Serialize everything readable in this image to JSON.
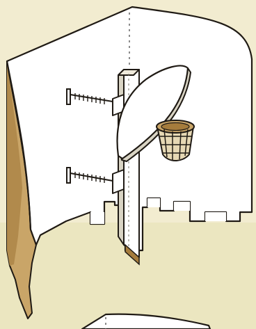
{
  "colors": {
    "background": "#f2ecd0",
    "background_tint": "#e7e3b7",
    "panel_white": "#ffffff",
    "panel_cardboard": "#c9a568",
    "panel_cardboard_dark": "#a57c3c",
    "outline": "#1f1a14",
    "screw_metal": "#8e8e8e",
    "basket_fill": "#e6d8b4",
    "guide_dash": "#5a5a5a"
  },
  "figure": {
    "parts": [
      "corner-wall-panel",
      "cardboard-edge",
      "bottom-tabs",
      "vertical-post",
      "backboard",
      "hoop-basket",
      "upper-screw",
      "lower-screw",
      "center-guide-line",
      "lower-panel-peek"
    ]
  }
}
